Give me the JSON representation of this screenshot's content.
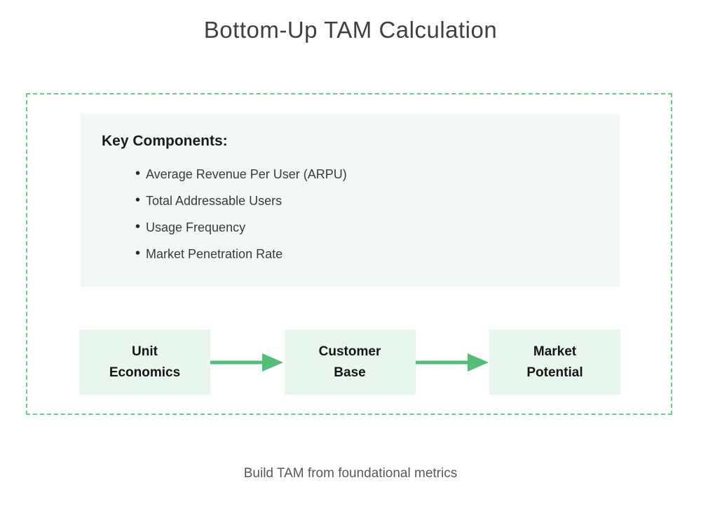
{
  "title": "Bottom-Up TAM Calculation",
  "key_components": {
    "heading": "Key Components:",
    "items": [
      "Average Revenue Per User (ARPU)",
      "Total Addressable Users",
      "Usage Frequency",
      "Market Penetration Rate"
    ]
  },
  "flow": {
    "steps": [
      {
        "label": "Unit Economics",
        "lines": [
          "Unit",
          "Economics"
        ]
      },
      {
        "label": "Customer Base",
        "lines": [
          "Customer",
          "Base"
        ]
      },
      {
        "label": "Market Potential",
        "lines": [
          "Market",
          "Potential"
        ]
      }
    ]
  },
  "caption": "Build TAM from foundational metrics",
  "colors": {
    "accent-green": "#52be78",
    "frame-green": "#6aca8c",
    "panel-bg": "#f2f8f4",
    "box-bg": "#e9f6ed"
  }
}
